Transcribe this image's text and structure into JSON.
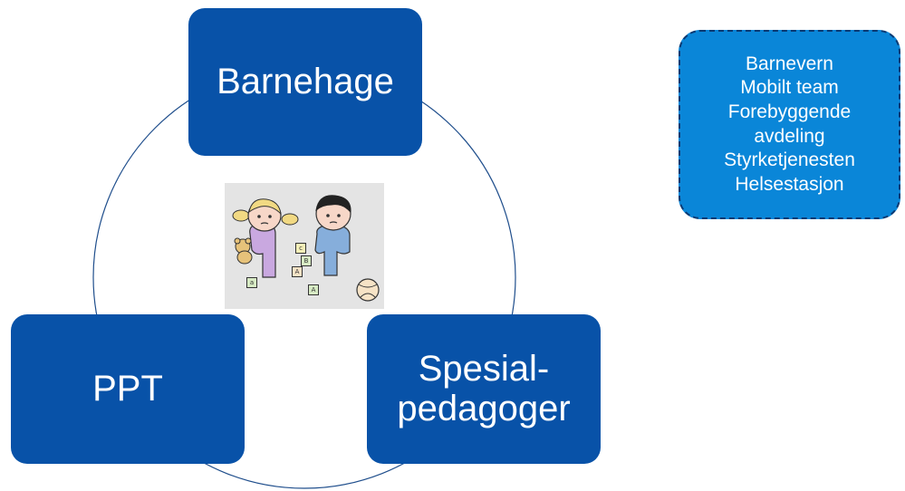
{
  "nodes": {
    "top": "Barnehage",
    "left": "PPT",
    "right_lines": [
      "Spesial-",
      "pedagoger"
    ]
  },
  "side_box": {
    "lines": [
      "Barnevern",
      "Mobilt team",
      "Forebyggende",
      "avdeling",
      "Styrketjenesten",
      "Helsestasjon"
    ]
  },
  "blocks": {
    "letters": [
      "c",
      "B",
      "A",
      "a",
      "A"
    ]
  },
  "colors": {
    "node_fill": "#0852A8",
    "side_box_fill": "#0A86D8",
    "side_box_border": "#0B3A73",
    "ring_stroke": "#1F4E8C",
    "illustration_bg": "#E4E4E4"
  }
}
